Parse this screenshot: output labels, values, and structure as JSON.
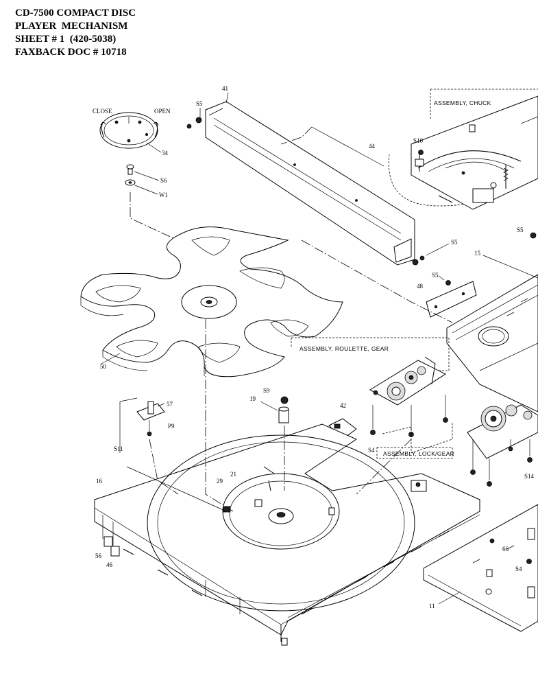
{
  "header": {
    "line1": "CD-7500 COMPACT DISC",
    "line2": "PLAYER  MECHANISM",
    "line3": "SHEET # 1  (420-5038)",
    "line4": "FAXBACK DOC # 10718"
  },
  "dial": {
    "close": "CLOSE",
    "open": "OPEN"
  },
  "assemblies": {
    "chuck": "ASSEMBLY, CHUCK",
    "roulette_gear": "ASSEMBLY, ROULETTE, GEAR",
    "lock_gear": "ASSEMBLY, LOCK/GEAR"
  },
  "part_labels": {
    "p41": "41",
    "s5_top": "S5",
    "p34": "34",
    "s6": "S6",
    "w1": "W1",
    "p44": "44",
    "s10": "S10",
    "s5_right": "S5",
    "s5_mid": "S5",
    "p15": "15",
    "s5_small": "S5",
    "p48": "48",
    "p50": "50",
    "p57": "57",
    "p9": "P9",
    "s11": "S11",
    "p19": "19",
    "s9": "S9",
    "p42": "42",
    "s4_left": "S4",
    "s14": "S14",
    "p16": "16",
    "p29": "29",
    "p21": "21",
    "p56": "56",
    "p46": "46",
    "p66": "66",
    "s4_right": "S4",
    "p11": "11"
  },
  "colors": {
    "ink": "#000000",
    "paper": "#ffffff",
    "shade": "#dddddd"
  }
}
